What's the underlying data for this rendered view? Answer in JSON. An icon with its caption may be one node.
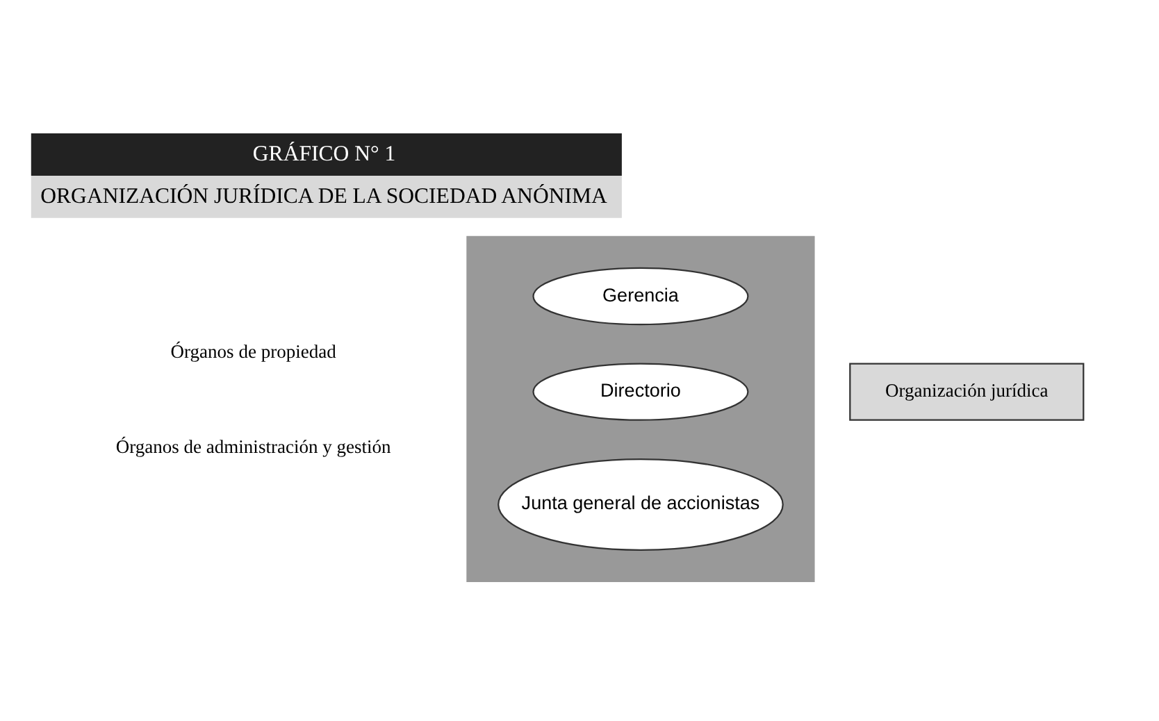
{
  "diagram": {
    "title": "GRÁFICO N° 1",
    "caption": "ORGANIZACIÓN JURÍDICA DE LA SOCIEDAD ANÓNIMA",
    "nodes": [
      {
        "text": [],
        "shape": "box"
      },
      {
        "text": [
          "Junta general de accionistas"
        ],
        "in": 0
      },
      {
        "text": [
          "Directorio"
        ],
        "in": 0
      },
      {
        "text": [
          "Gerencia"
        ],
        "in": 0
      },
      {
        "text": [
          "Organización jurídica"
        ]
      }
    ],
    "edges": [],
    "labels": [
      "Órganos de propiedad",
      "Órganos de administración y gestión"
    ]
  }
}
